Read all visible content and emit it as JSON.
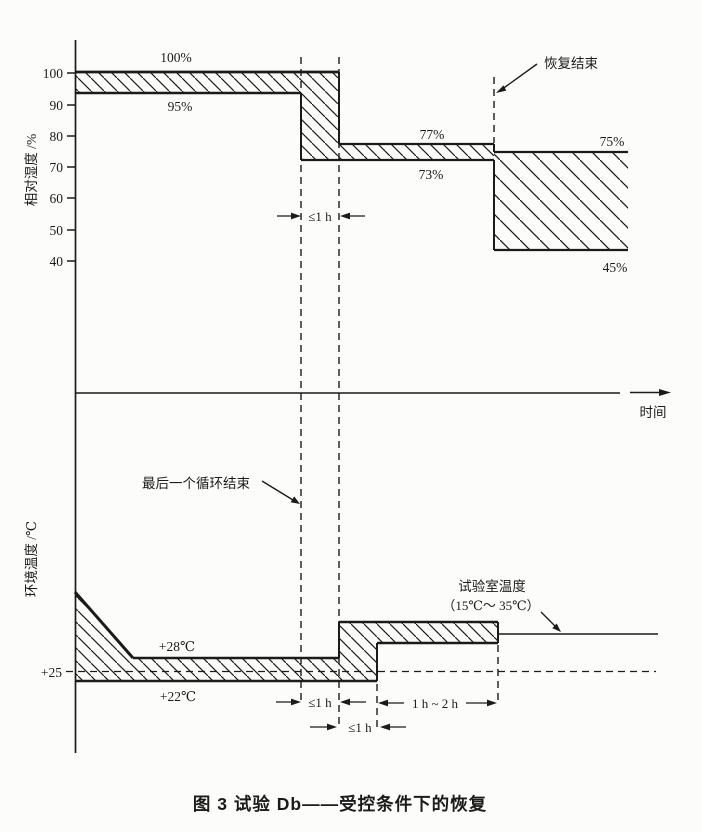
{
  "figure": {
    "caption": "图 3  试验 Db——受控条件下的恢复"
  },
  "humidity": {
    "axis_label": "相对湿度 /%",
    "ticks": [
      "100",
      "90",
      "80",
      "70",
      "60",
      "50",
      "40"
    ],
    "band_labels": {
      "b1_top": "100%",
      "b1_bot": "95%",
      "b2_top": "77%",
      "b2_bot": "73%",
      "b3_top": "75%",
      "b3_bot": "45%"
    },
    "recovery_end": "恢复结束",
    "transition_dim": "≤1 h"
  },
  "time": {
    "axis_label": "时间"
  },
  "temperature": {
    "axis_label": "环境温度 /℃",
    "tick_25": "+25",
    "upper_label": "+28℃",
    "lower_label": "+22℃",
    "room_label_1": "试验室温度",
    "room_label_2": "（15℃～ 35℃）",
    "last_cycle_end": "最后一个循环结束",
    "dim_le1h_a": "≤1 h",
    "dim_le1h_b": "≤1 h",
    "dim_1to2h": "1 h ~ 2 h"
  },
  "chart_data": [
    {
      "type": "area",
      "ylabel": "相对湿度 /%",
      "xlabel": "时间",
      "yticks": [
        100,
        90,
        80,
        70,
        60,
        50,
        40
      ],
      "bands": [
        {
          "upper_pct": 100,
          "lower_pct": 95
        },
        {
          "upper_pct": 77,
          "lower_pct": 73
        },
        {
          "upper_pct": 75,
          "lower_pct": 45
        }
      ],
      "transition_duration": "≤1 h",
      "annotation": "恢复结束"
    },
    {
      "type": "area",
      "ylabel": "环境温度 /℃",
      "yticks": [
        25
      ],
      "bands": [
        {
          "upper": "+28℃",
          "lower": "+22℃"
        },
        {
          "label": "试验室温度",
          "range": "15℃～35℃"
        }
      ],
      "durations": [
        "≤1 h",
        "≤1 h",
        "1 h ~ 2 h"
      ],
      "annotation": "最后一个循环结束"
    }
  ]
}
